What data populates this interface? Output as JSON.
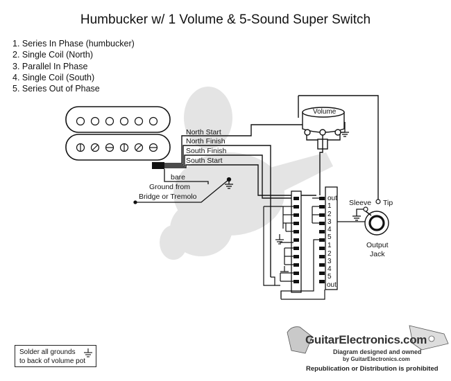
{
  "title": "Humbucker w/ 1 Volume & 5-Sound Super Switch",
  "legend": [
    "1. Series In Phase (humbucker)",
    "2. Single Coil (North)",
    "3. Parallel In Phase",
    "4. Single Coil (South)",
    "5. Series Out of Phase"
  ],
  "wires": {
    "north_start": "North Start",
    "north_finish": "North Finish",
    "south_finish": "South Finish",
    "south_start": "South Start",
    "bare": "bare"
  },
  "ground": {
    "line1": "Ground from",
    "line2": "Bridge or Tremolo"
  },
  "pot": {
    "label": "Volume"
  },
  "switch_positions": [
    "out",
    "1",
    "2",
    "3",
    "4",
    "5"
  ],
  "jack": {
    "sleeve": "Sleeve",
    "tip": "Tip",
    "label1": "Output",
    "label2": "Jack"
  },
  "note": {
    "line1": "Solder all grounds",
    "line2": "to back of volume pot"
  },
  "brand": {
    "name": "GuitarElectronics.com",
    "line1": "Diagram designed and owned",
    "line2": "by GuitarElectronics.com",
    "line3": "Republication or Distribution is prohibited"
  },
  "colors": {
    "ink": "#111111",
    "watermark": "#dddddd"
  }
}
